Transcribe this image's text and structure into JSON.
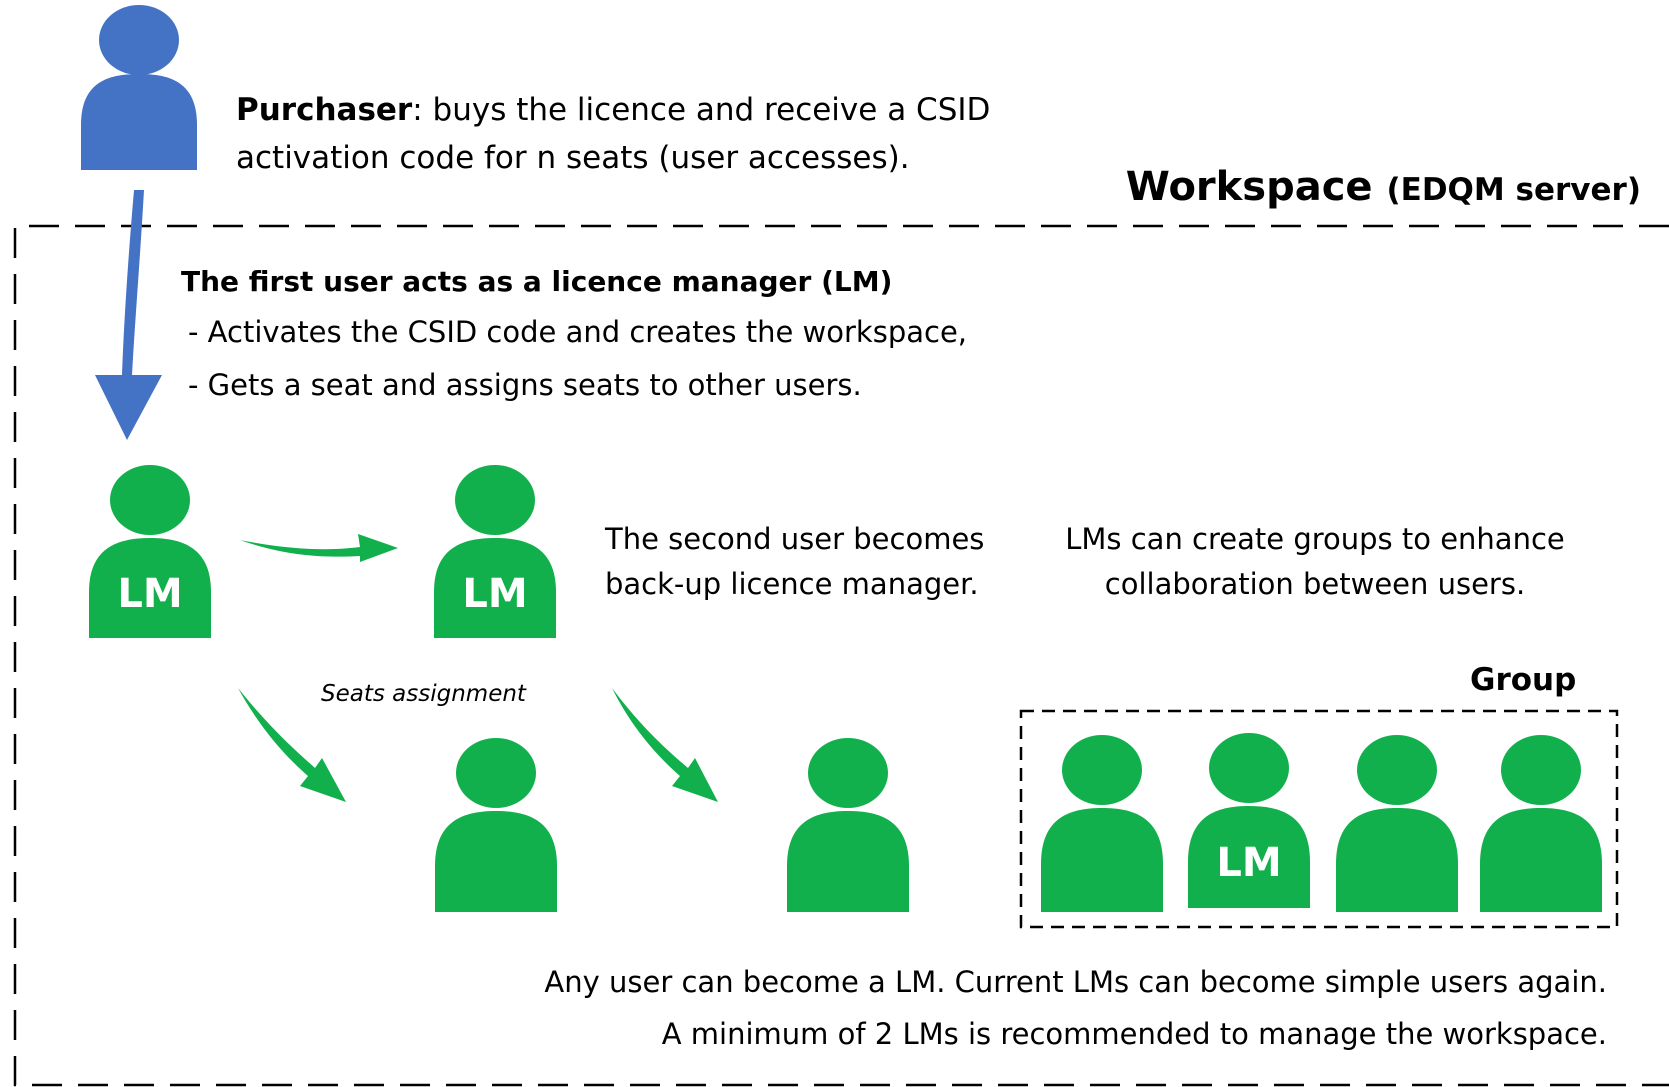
{
  "purchaser": {
    "bold_label": "Purchaser",
    "description_line1": ": buys the licence and receive a CSID",
    "description_line2": "activation code for n seats (user accesses)."
  },
  "workspace": {
    "title": "Workspace",
    "subtitle": "(EDQM server)"
  },
  "licence_manager": {
    "heading": "The first user acts as a licence manager (LM)",
    "bullets": [
      "- Activates the CSID code and creates the workspace,",
      "- Gets a seat and assigns seats to other users."
    ],
    "badge": "LM"
  },
  "second_user_text": "The second user becomes back-up licence manager.",
  "groups_text": "LMs can create groups to enhance collaboration between users.",
  "seats_caption": "Seats assignment",
  "group_label": "Group",
  "footer": {
    "line1": "Any user can become a LM. Current LMs can become simple users again.",
    "line2": "A minimum of 2 LMs is recommended to manage the workspace."
  },
  "colors": {
    "purchaser": "#4472C4",
    "user": "#11B04C",
    "badge_text": "#ffffff",
    "border": "#000000"
  },
  "icons": {
    "purchaser": "person-icon",
    "user": "person-icon",
    "arrow": "arrow-icon"
  }
}
